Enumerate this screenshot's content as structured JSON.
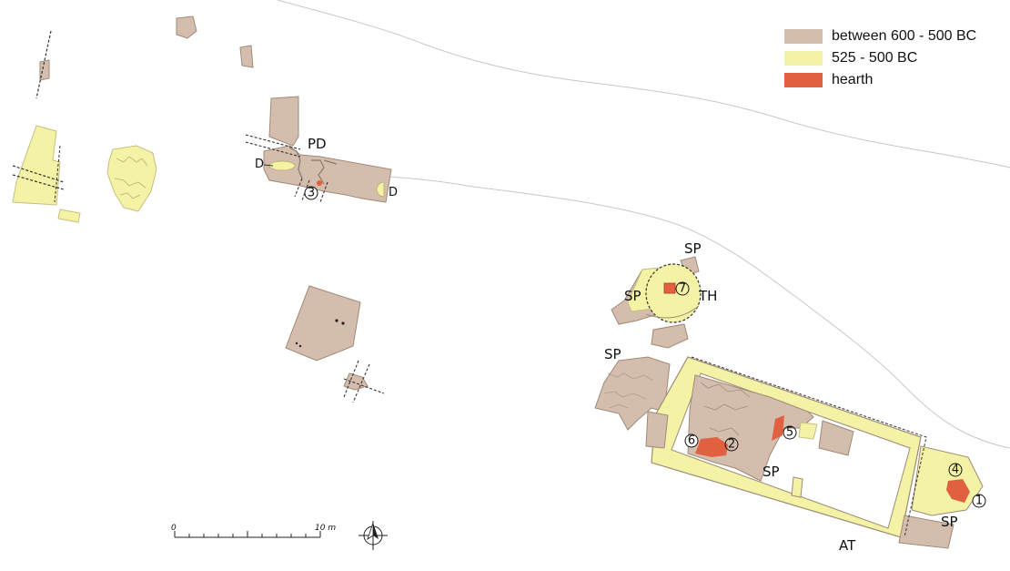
{
  "legend": {
    "items": [
      {
        "label": "between 600 - 500 BC",
        "color": "#d5bdae"
      },
      {
        "label": "525 - 500 BC",
        "color": "#f4f2a4"
      },
      {
        "label": "hearth",
        "color": "#e06040"
      }
    ]
  },
  "labels": {
    "pd": "PD",
    "d_left": "D",
    "d_right": "D",
    "sp_top": "SP",
    "sp_left": "SP",
    "th": "TH",
    "sp_mid": "SP",
    "sp_inner": "SP",
    "sp_bottom": "SP",
    "at": "AT"
  },
  "numbers": {
    "n1": "1",
    "n2": "2",
    "n3": "3",
    "n4": "4",
    "n5": "5",
    "n6": "6",
    "n7": "7"
  },
  "scale": {
    "start": "0",
    "end": "10 m"
  },
  "colors": {
    "phase_600_500": "#d5bdae",
    "phase_525_500": "#f4f2a4",
    "hearth": "#e06040",
    "outline": "#9e8a78"
  },
  "icons": {
    "north_arrow": "north-arrow-icon"
  }
}
